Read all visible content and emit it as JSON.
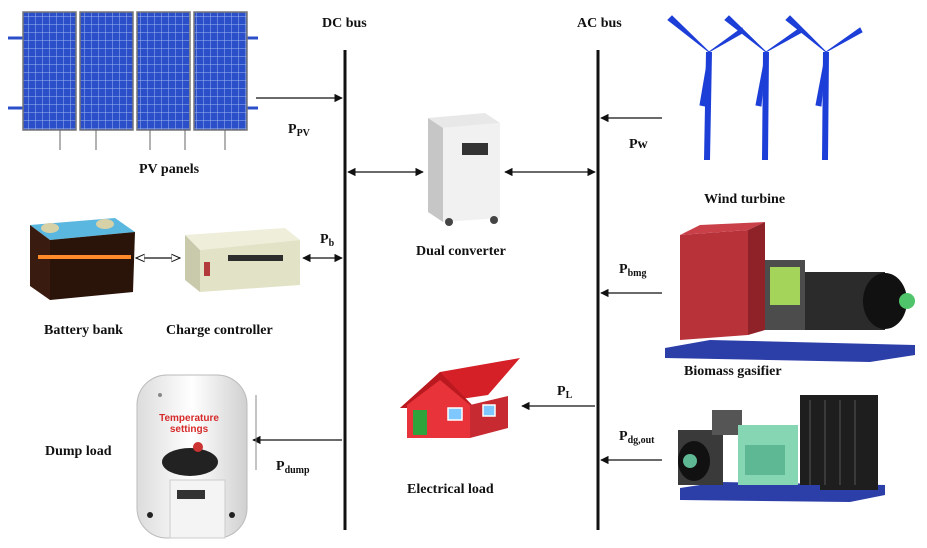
{
  "buses": {
    "dc": "DC bus",
    "ac": "AC bus"
  },
  "components": {
    "pv": "PV panels",
    "battery": "Battery bank",
    "charge_controller": "Charge controller",
    "dump_load": "Dump load",
    "dual_converter": "Dual converter",
    "electrical_load": "Electrical load",
    "wind": "Wind turbine",
    "biomass": "Biomass gasifier"
  },
  "thermostat": {
    "line1": "Temperature",
    "line2": "settings"
  },
  "power_flows": {
    "ppv": {
      "main": "P",
      "sub": "PV"
    },
    "pb": {
      "main": "P",
      "sub": "b"
    },
    "pdump": {
      "main": "P",
      "sub": "dump"
    },
    "pw": {
      "main": "Pw",
      "sub": ""
    },
    "pbmg": {
      "main": "P",
      "sub": "bmg"
    },
    "pl": {
      "main": "P",
      "sub": "L"
    },
    "pdg": {
      "main": "P",
      "sub": "dg,out"
    }
  },
  "colors": {
    "pv_cell": "#2b4fc9",
    "pv_grid": "#9fb4ee",
    "roof": "#e0262c",
    "wall": "#e8333a",
    "biomass_body": "#b8323a",
    "genset_green": "#a4d45a",
    "diesel_green": "#86d6b4",
    "base_blue": "#2c3ea8"
  }
}
